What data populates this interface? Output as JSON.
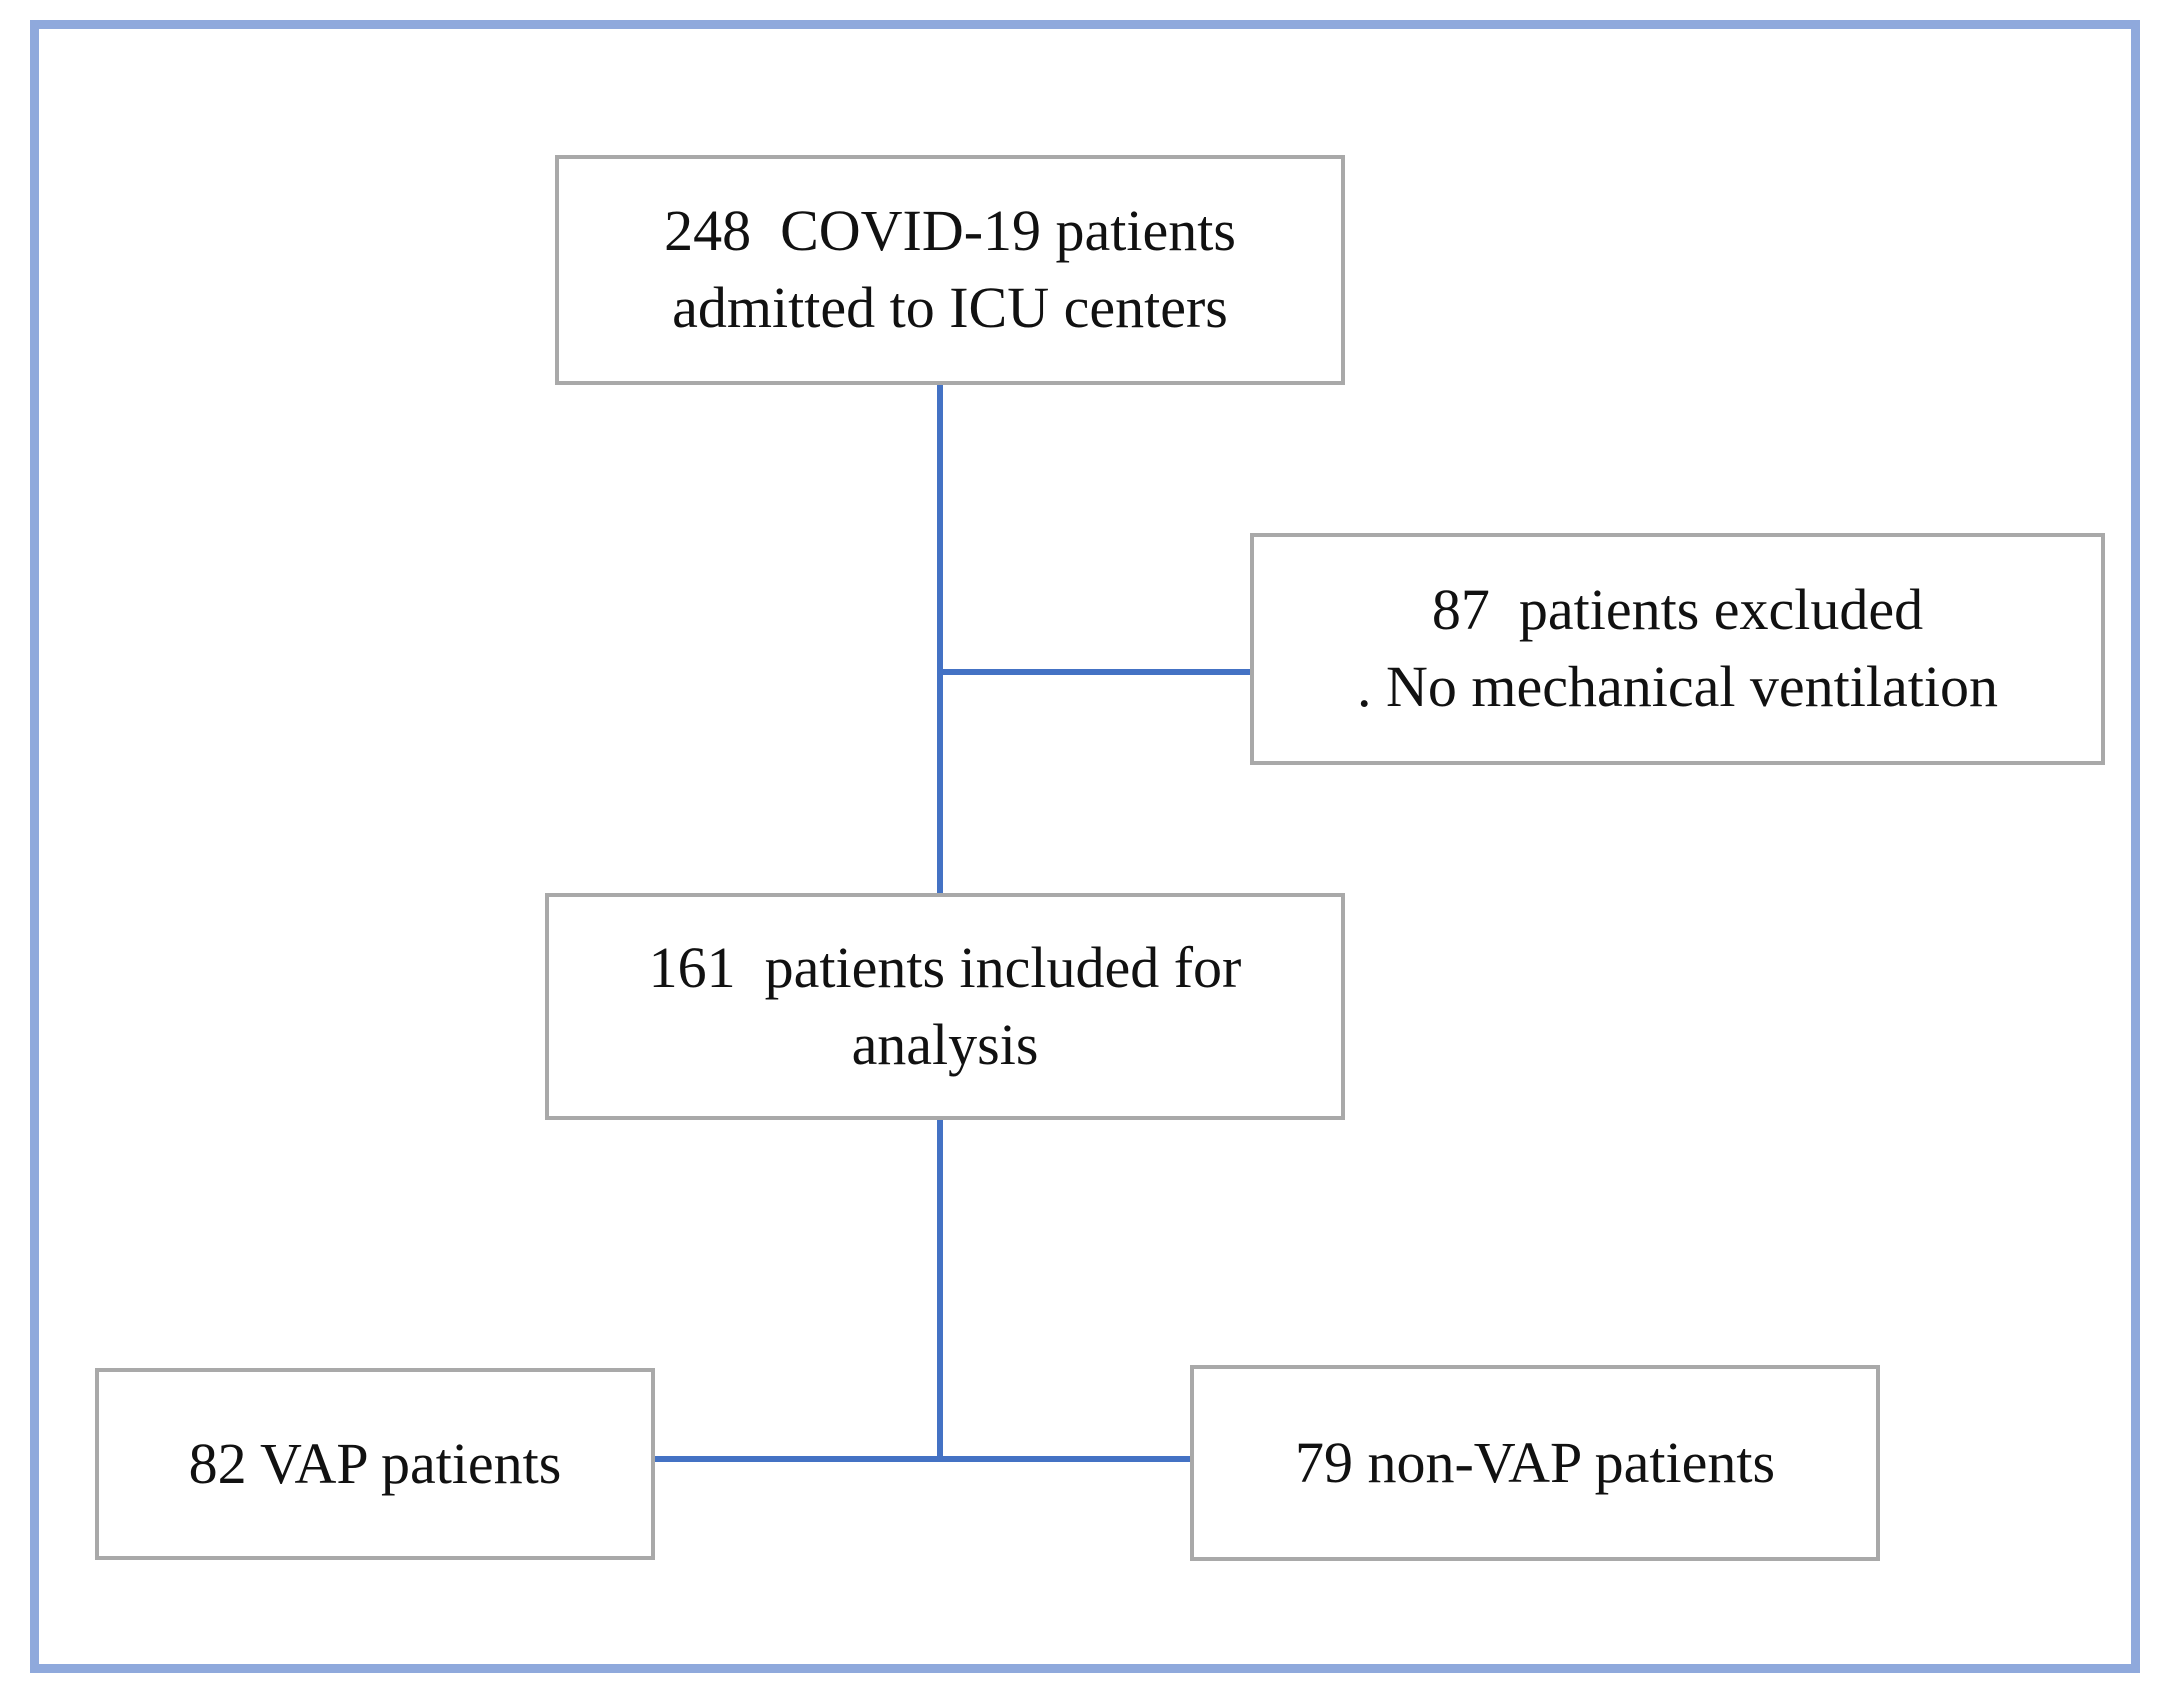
{
  "diagram_type": "patient-flow-chart",
  "colors": {
    "background": "#ffffff",
    "outer_border": "#8fa9dc",
    "connector": "#4472c4",
    "box_border": "#a9a9a9",
    "box_fill": "#ffffff",
    "text": "#111111"
  },
  "nodes": [
    {
      "id": "admitted",
      "count": 248,
      "lines": [
        "248  COVID-19 patients",
        "admitted to ICU centers"
      ]
    },
    {
      "id": "excluded",
      "count": 87,
      "lines": [
        "87  patients excluded",
        ". No mechanical ventilation"
      ]
    },
    {
      "id": "included",
      "count": 161,
      "lines": [
        "161  patients included for",
        "analysis"
      ]
    },
    {
      "id": "vap",
      "count": 82,
      "lines": [
        "82 VAP patients"
      ]
    },
    {
      "id": "nonvap",
      "count": 79,
      "lines": [
        "79 non-VAP patients"
      ]
    }
  ],
  "edges": [
    {
      "from": "admitted",
      "to": "included"
    },
    {
      "from": "admitted",
      "to": "excluded"
    },
    {
      "from": "included",
      "to": "vap"
    },
    {
      "from": "included",
      "to": "nonvap"
    }
  ]
}
